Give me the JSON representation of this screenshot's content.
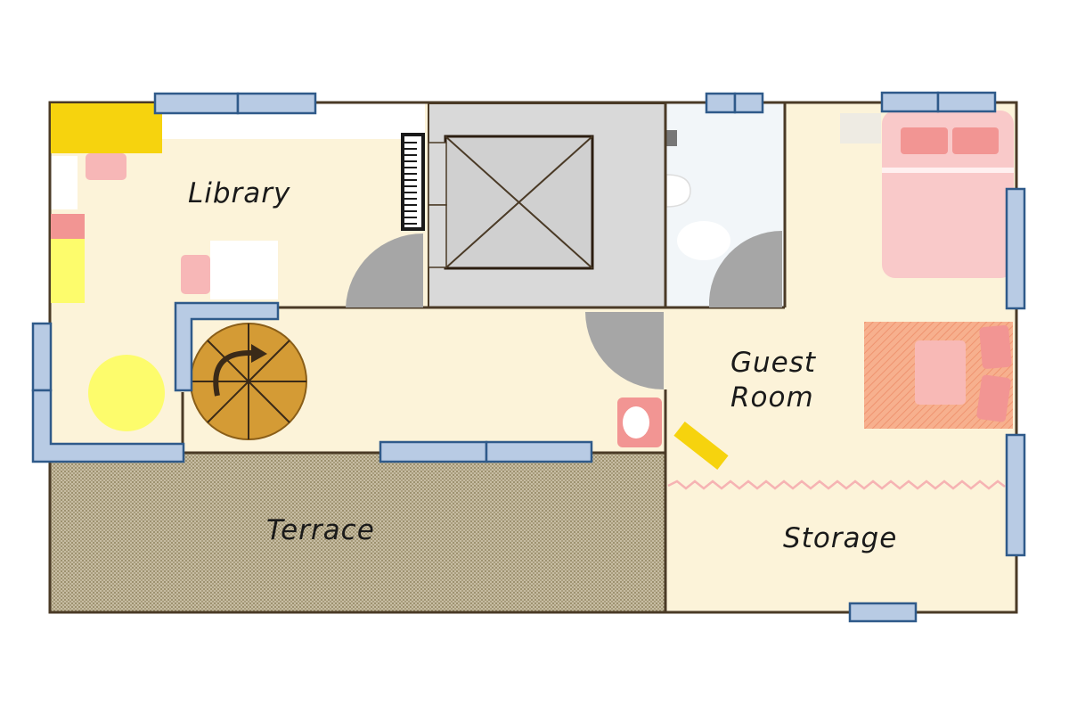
{
  "rooms": {
    "library": "Library",
    "guest_room_line1": "Guest",
    "guest_room_line2": "Room",
    "terrace": "Terrace",
    "storage": "Storage"
  },
  "colors": {
    "floor": "#fcf3d9",
    "wall": "#4a3a26",
    "window_fill": "#b8cbe4",
    "window_stroke": "#2f5a8a",
    "elevator": "#d9d9d9",
    "bathroom": "#f2f6f9",
    "door": "#a6a6a6",
    "terrace": "#b8ad8f",
    "stair": "#d49b35",
    "bed": "#f9c9c9",
    "pillow": "#f29593",
    "rug": "#f6a585",
    "yellow_cabinet": "#f6d30e",
    "yellow_lamp": "#fdfc6c"
  }
}
